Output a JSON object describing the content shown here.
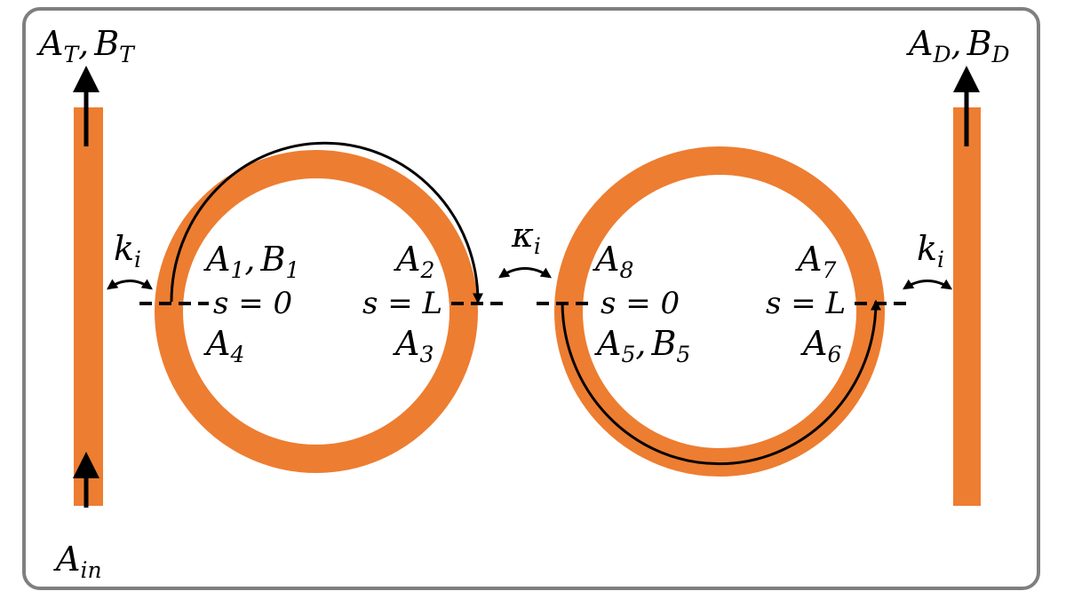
{
  "colors": {
    "waveguide": "#ED7D31",
    "frame_border": "#7F7F7F",
    "ink": "#000000"
  },
  "labels": {
    "through": {
      "a": "A",
      "a_sub": "T",
      "sep": ",",
      "b": "B",
      "b_sub": "T"
    },
    "drop": {
      "a": "A",
      "a_sub": "D",
      "sep": ",",
      "b": "B",
      "b_sub": "D"
    },
    "input": {
      "a": "A",
      "a_sub": "in"
    },
    "k_left": {
      "main": "k",
      "sub": "i"
    },
    "kappa_mid": {
      "main": "κ",
      "sub": "i"
    },
    "k_right": {
      "main": "k",
      "sub": "i"
    },
    "ring1": {
      "a1": {
        "a": "A",
        "a_sub": "1",
        "sep": ",",
        "b": "B",
        "b_sub": "1"
      },
      "s0": "s = 0",
      "a4": {
        "a": "A",
        "a_sub": "4"
      },
      "a2": {
        "a": "A",
        "a_sub": "2"
      },
      "sL": "s = L",
      "a3": {
        "a": "A",
        "a_sub": "3"
      }
    },
    "ring2": {
      "a8": {
        "a": "A",
        "a_sub": "8"
      },
      "s0": "s = 0",
      "a5": {
        "a": "A",
        "a_sub": "5",
        "sep": ",",
        "b": "B",
        "b_sub": "5"
      },
      "a7": {
        "a": "A",
        "a_sub": "7"
      },
      "sL": "s = L",
      "a6": {
        "a": "A",
        "a_sub": "6"
      }
    }
  }
}
